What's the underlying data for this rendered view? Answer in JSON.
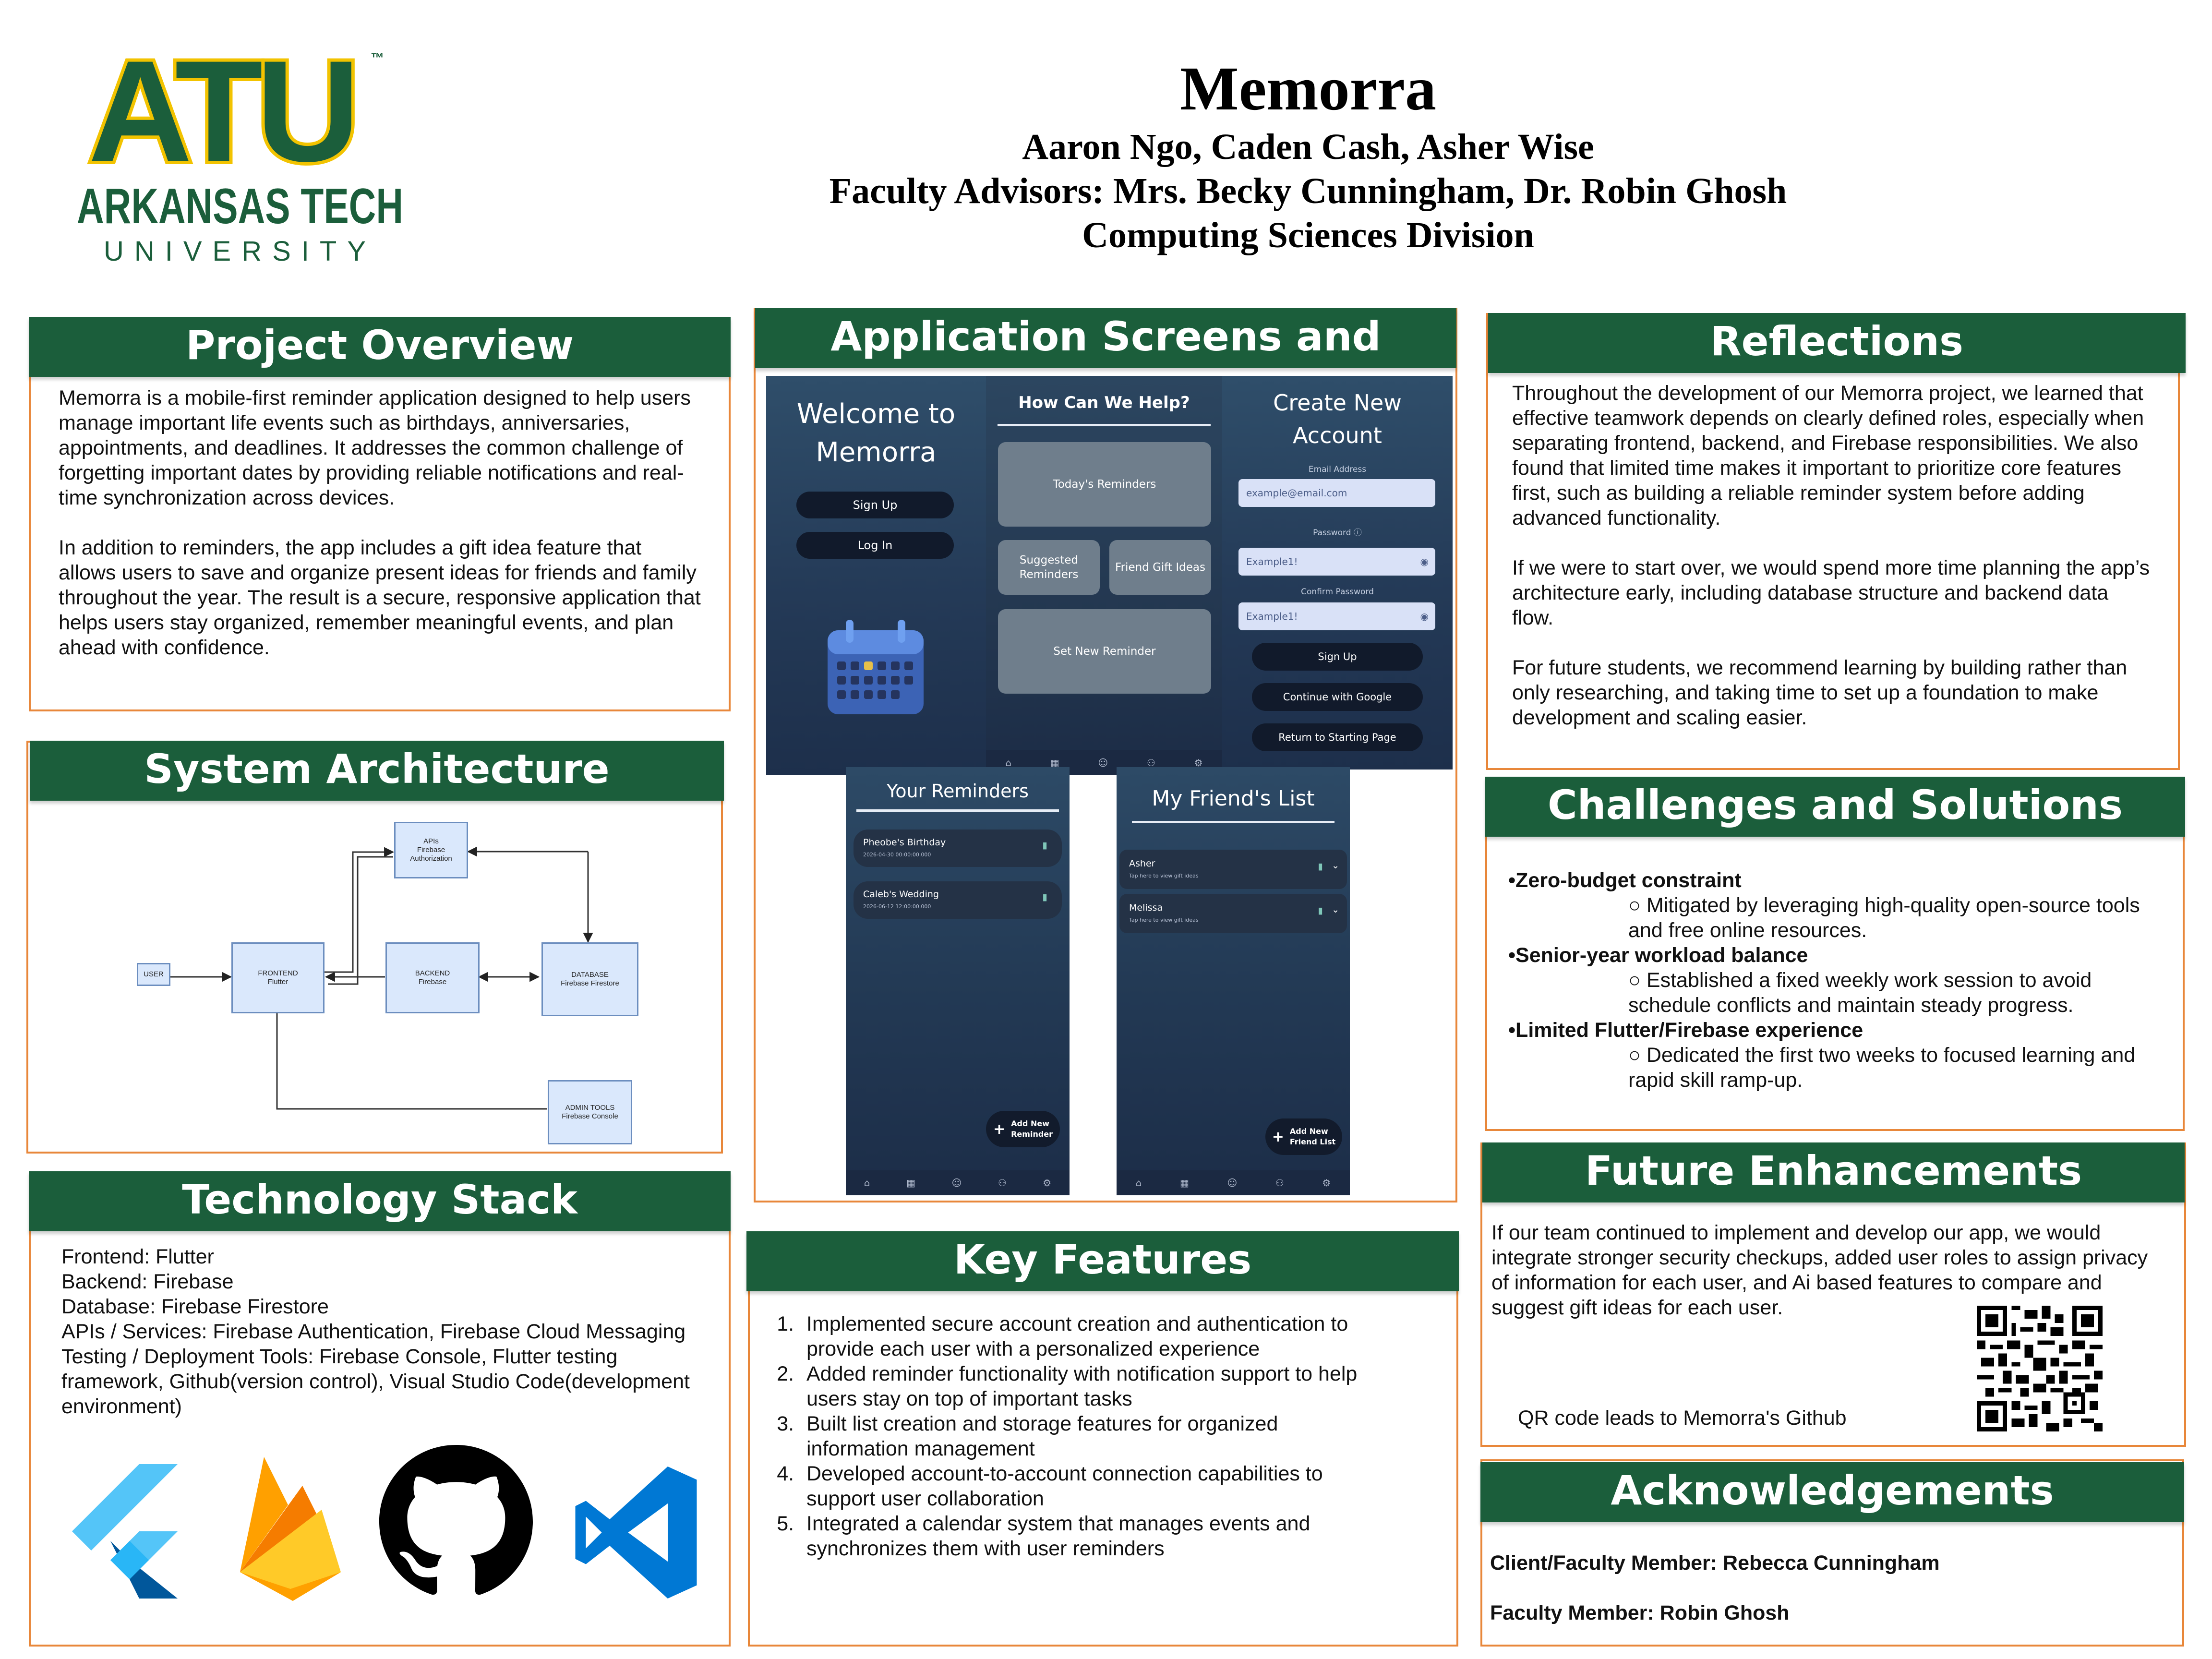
{
  "logo": {
    "letters": "ATU",
    "tm": "™",
    "line1": "ARKANSAS TECH",
    "line2": "UNIVERSITY"
  },
  "header": {
    "title": "Memorra",
    "authors": "Aaron Ngo, Caden Cash, Asher Wise",
    "advisors": "Faculty Advisors: Mrs. Becky Cunningham, Dr. Robin Ghosh",
    "division": "Computing Sciences Division"
  },
  "colors": {
    "header_bar": "#1b5e3b",
    "panel_border": "#e8873a",
    "screen_bg": "#2f4e6a",
    "logo_green": "#1b5e3b",
    "logo_gold": "#f2c300"
  },
  "overview": {
    "heading": "Project Overview",
    "p1": "Memorra is a mobile-first reminder application designed to help users manage important life events such as birthdays, anniversaries, appointments, and deadlines. It addresses the common challenge of forgetting important dates by providing reliable notifications and real-time synchronization across devices.",
    "p2": "In addition to reminders, the app includes a gift idea feature that allows users to save and organize present ideas for friends and family throughout the year. The result is a secure, responsive application that helps users stay organized, remember meaningful events, and plan ahead with confidence."
  },
  "architecture": {
    "heading": "System Architecture",
    "user": "USER",
    "frontend": [
      "FRONTEND",
      "Flutter"
    ],
    "backend": [
      "BACKEND",
      "Firebase"
    ],
    "database": [
      "DATABASE",
      "Firebase Firestore"
    ],
    "apis": [
      "APIs",
      "Firebase",
      "Authorization"
    ],
    "admin": [
      "ADMIN TOOLS",
      "Firebase Console"
    ]
  },
  "tech": {
    "heading": "Technology Stack",
    "lines": [
      "Frontend: Flutter",
      "Backend: Firebase",
      "Database: Firebase Firestore",
      "APIs / Services: Firebase Authentication, Firebase Cloud Messaging",
      "Testing / Deployment Tools: Firebase Console, Flutter testing framework, Github(version control), Visual Studio Code(development environment)"
    ],
    "logos": [
      "flutter-logo",
      "firebase-logo",
      "github-logo",
      "vscode-logo"
    ]
  },
  "screens": {
    "heading": "Application Screens and Workflow",
    "welcome": {
      "title_l1": "Welcome to",
      "title_l2": "Memorra",
      "signup": "Sign Up",
      "login": "Log In"
    },
    "help": {
      "title": "How Can We Help?",
      "today": "Today's Reminders",
      "suggested_l1": "Suggested",
      "suggested_l2": "Reminders",
      "gift": "Friend Gift Ideas",
      "setnew": "Set New Reminder"
    },
    "create": {
      "title_l1": "Create New",
      "title_l2": "Account",
      "email_label": "Email Address",
      "email_ph": "example@email.com",
      "password_label": "Password",
      "password_val": "Example1!",
      "confirm_label": "Confirm Password",
      "confirm_val": "Example1!",
      "signup": "Sign Up",
      "google": "Continue with Google",
      "return": "Return to Starting Page"
    },
    "reminders": {
      "title": "Your Reminders",
      "items": [
        {
          "name": "Pheobe's Birthday",
          "date": "2026-04-30 00:00:00.000"
        },
        {
          "name": "Caleb's Wedding",
          "date": "2026-06-12 12:00:00.000"
        }
      ],
      "fab_l1": "Add New",
      "fab_l2": "Reminder"
    },
    "friends": {
      "title": "My Friend's List",
      "items": [
        {
          "name": "Asher",
          "sub": "Tap here to view gift ideas"
        },
        {
          "name": "Melissa",
          "sub": "Tap here to view gift ideas"
        }
      ],
      "fab_l1": "Add New",
      "fab_l2": "Friend List"
    }
  },
  "features": {
    "heading": "Key Features",
    "items": [
      "Implemented secure account creation and authentication to provide each user with a personalized experience",
      "Added reminder functionality with notification support to help users stay on top of important tasks",
      "Built list creation and storage features for organized information management",
      "Developed account-to-account connection capabilities to support user collaboration",
      "Integrated a calendar system that manages events and synchronizes them with user reminders"
    ]
  },
  "reflections": {
    "heading": "Reflections",
    "p1": "Throughout the development of our Memorra project, we learned that effective teamwork depends on clearly defined roles, especially when separating frontend, backend, and Firebase responsibilities. We also found that limited time makes it important to prioritize core features first, such as building a reliable reminder system before adding advanced functionality.",
    "p2": "If we were to start over, we would spend more time planning the app’s architecture early, including database structure and backend data flow.",
    "p3": "For future students, we recommend learning by building rather than only researching, and taking time to set up a foundation to make development and scaling easier."
  },
  "challenges": {
    "heading": "Challenges and Solutions",
    "items": [
      {
        "title": "•Zero-budget constraint",
        "sub": "○ Mitigated by leveraging high-quality open-source tools and free online resources."
      },
      {
        "title": "•Senior-year workload balance",
        "sub": "○ Established a fixed weekly work session to avoid schedule conflicts and maintain steady progress."
      },
      {
        "title": "•Limited Flutter/Firebase experience",
        "sub": "○ Dedicated the first two weeks to focused learning and rapid skill ramp-up."
      }
    ]
  },
  "future": {
    "heading": "Future Enhancements",
    "text": "If our team continued to implement and develop our app, we would integrate stronger security checkups, added user roles to assign privacy of information for each user, and Ai based features to compare and suggest gift ideas for each user.",
    "qr_caption": "QR code leads to Memorra's Github"
  },
  "ack": {
    "heading": "Acknowledgements",
    "client": "Client/Faculty Member: Rebecca Cunningham",
    "faculty": "Faculty Member: Robin Ghosh"
  }
}
